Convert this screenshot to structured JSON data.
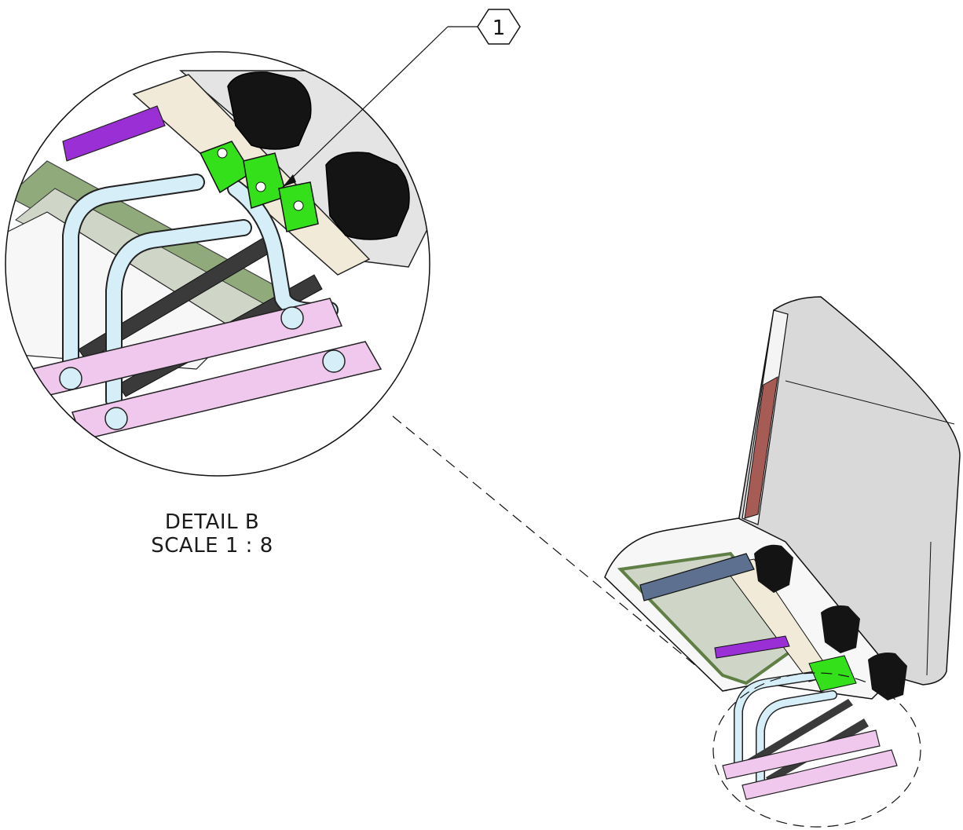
{
  "balloon": {
    "number": "1"
  },
  "detail": {
    "title": "DETAIL B",
    "scale": "SCALE 1 : 8"
  },
  "colors": {
    "cushion_gray": "#d9d9d9",
    "frame_tan": "#f1ead8",
    "bracket_green": "#33e01a",
    "tube_blue": "#d6eef7",
    "base_pink": "#f0c8ee",
    "rail_purple": "#9b2fd6",
    "actuator_dark": "#3a3a3a",
    "hinge_steel": "#5d7090",
    "panel_green": "#6f8f55",
    "accent_red": "#a65b55",
    "block_black": "#141414"
  }
}
